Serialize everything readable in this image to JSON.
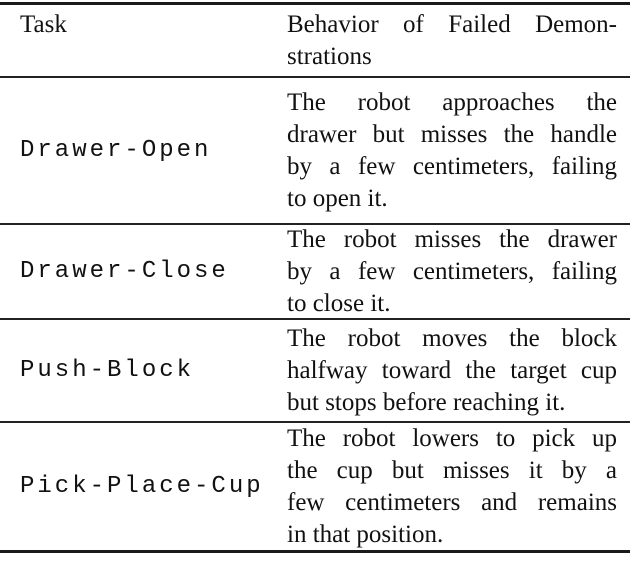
{
  "colors": {
    "background": "#ffffff",
    "text": "#111111",
    "rule": "#1a1a1a"
  },
  "table": {
    "header": {
      "task": "Task",
      "behavior_full": "Behavior of Failed Demonstrations",
      "behavior_lines": [
        "Behavior of Failed Demon-",
        "strations"
      ]
    },
    "rows": [
      {
        "task": "Drawer-Open",
        "behavior_text": "The robot approaches the drawer but misses the handle by a few centimeters, failing to open it.",
        "lines": [
          "The robot approaches the",
          "drawer but misses the handle",
          "by a few centimeters, failing",
          "to open it."
        ]
      },
      {
        "task": "Drawer-Close",
        "behavior_text": "The robot misses the drawer by a few centimeters, failing to close it.",
        "lines": [
          "The robot misses the drawer",
          "by a few centimeters, failing",
          "to close it."
        ]
      },
      {
        "task": "Push-Block",
        "behavior_text": "The robot moves the block halfway toward the target cup but stops before reaching it.",
        "lines": [
          "The robot moves the block",
          "halfway toward the target cup",
          "but stops before reaching it."
        ]
      },
      {
        "task": "Pick-Place-Cup",
        "behavior_text": "The robot lowers to pick up the cup but misses it by a few centimeters and remains in that position.",
        "lines": [
          "The robot lowers to pick up",
          "the cup but misses it by a",
          "few centimeters and remains",
          "in that position."
        ]
      }
    ]
  }
}
